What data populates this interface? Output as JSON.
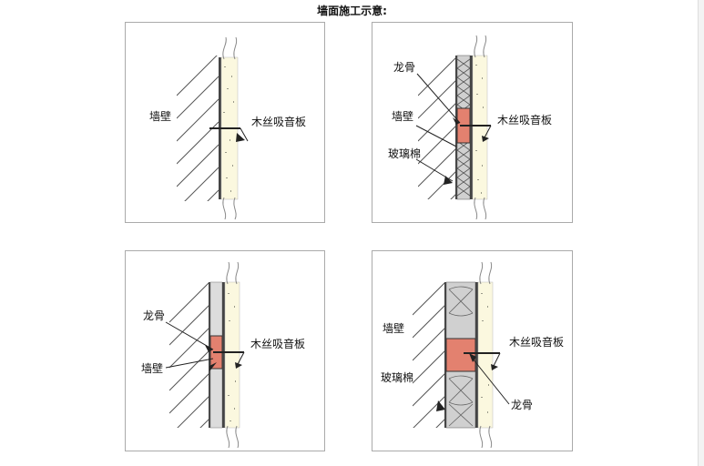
{
  "title": "墙面施工示意:",
  "colors": {
    "panel_border": "#aaaaaa",
    "hatch": "#555555",
    "board_fill": "#fbf8df",
    "stud_fill": "#e3816f",
    "wall_gray": "#dcdcdc",
    "glass_wool_gray": "#d0d0d0"
  },
  "panels": [
    {
      "id": "panel-1",
      "labels": {
        "wall": "墙壁",
        "board": "木丝吸音板"
      }
    },
    {
      "id": "panel-2",
      "labels": {
        "stud": "龙骨",
        "wall": "墙壁",
        "board": "木丝吸音板",
        "glass_wool": "玻璃棉"
      }
    },
    {
      "id": "panel-3",
      "labels": {
        "stud": "龙骨",
        "wall": "墙壁",
        "board": "木丝吸音板"
      }
    },
    {
      "id": "panel-4",
      "labels": {
        "wall": "墙壁",
        "board": "木丝吸音板",
        "glass_wool": "玻璃棉",
        "stud": "龙骨"
      }
    }
  ]
}
